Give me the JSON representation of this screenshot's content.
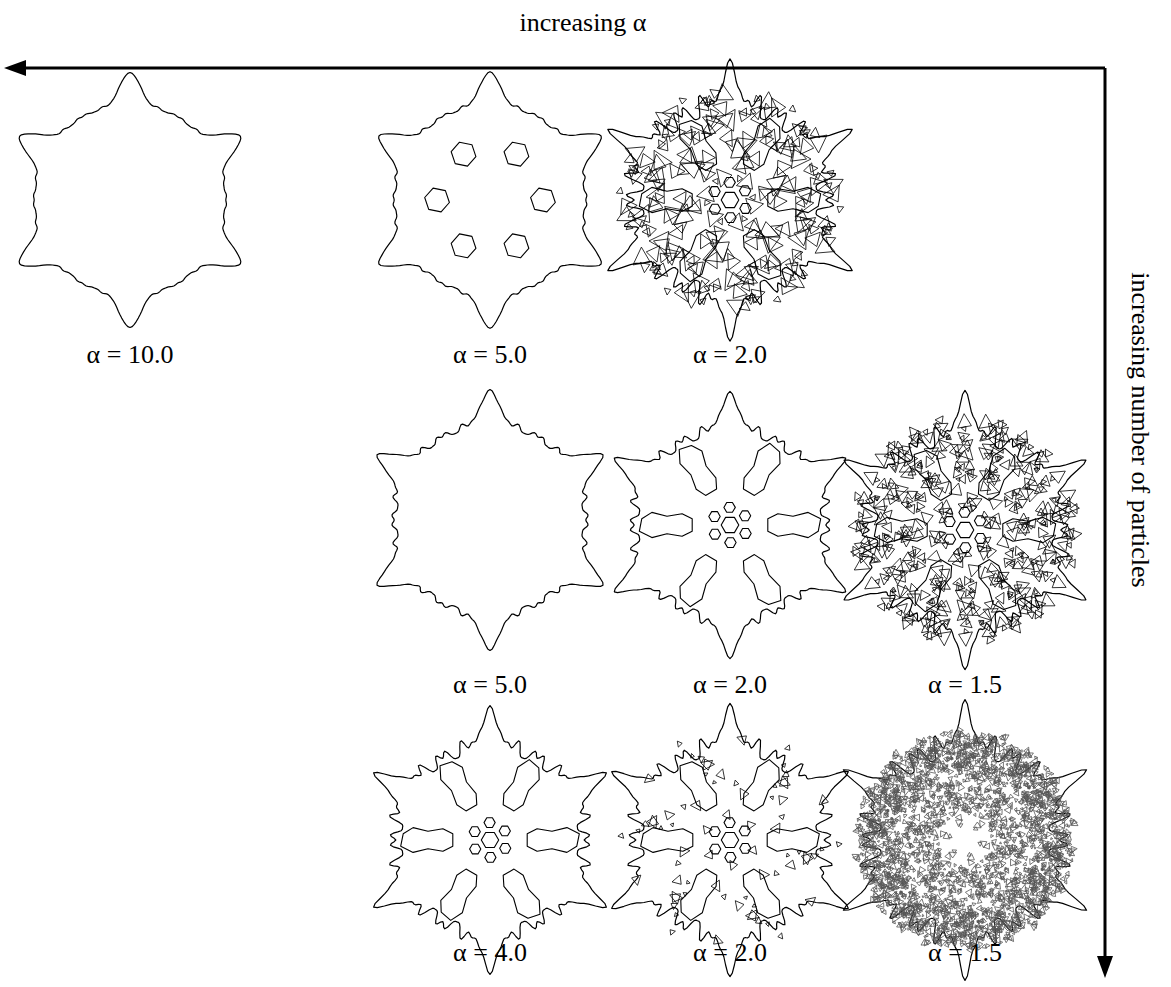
{
  "diagram": {
    "labels": [
      "increasing α",
      "α = 10.0",
      "α = 5.0",
      "α = 2.0",
      "α = 5.0",
      "α = 2.0",
      "α = 1.5",
      "α = 4.0",
      "α = 2.0",
      "α = 1.5",
      "increasing number of particles"
    ]
  }
}
